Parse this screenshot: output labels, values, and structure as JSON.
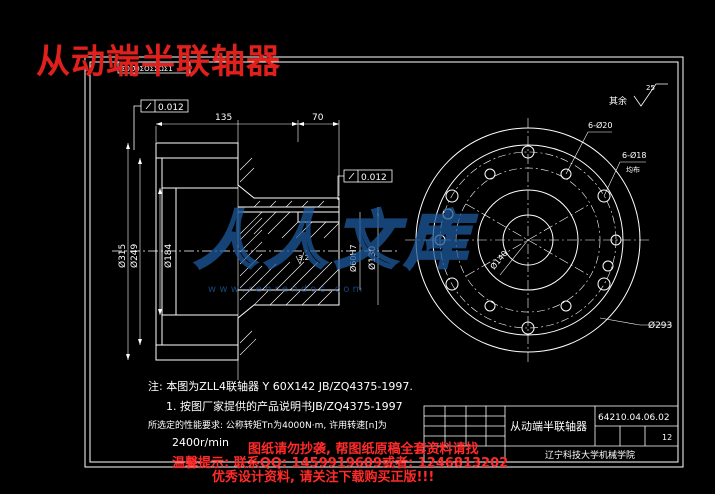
{
  "title_overlay": "从动端半联轴器",
  "stamp_label": "Σ0Ʊ0ΣΟΣΣΩΣ1",
  "roughness": {
    "label": "其余",
    "value": "25"
  },
  "tolerances": {
    "runout_left": "0.012",
    "runout_bore": "0.012"
  },
  "dimensions": {
    "dim_135": "135",
    "dim_70": "70",
    "dia_315": "Ø315",
    "dia_249": "Ø249",
    "dia_184": "Ø184",
    "dia_130": "Ø130",
    "dia_60": "Ø60H7",
    "keyway": "3.2",
    "dia_293": "Ø293",
    "pcd_140": "Ø140",
    "holes_20": "6-Ø20",
    "holes_18": "6-Ø18",
    "holes_18_note": "均布"
  },
  "notes": {
    "line1": "注: 本图为ZLL4联轴器 Y 60X142 JB/ZQ4375-1997.",
    "line2": "1. 按图厂家提供的产品说明书JB/ZQ4375-1997",
    "line3": "所选定的性能要求: 公称转矩Tn为4000N·m, 许用转速[n]为",
    "line4": "2400r/min"
  },
  "title_block": {
    "part_name": "从动端半联轴器",
    "drawing_no": "64210.04.06.02",
    "sheet": "12",
    "school": "辽宁科技大学机械学院"
  },
  "watermark": {
    "brand": "人人文库",
    "url": "w w w . r e n r e n d o c . c o m",
    "line1": "图纸请勿抄袭, 帮图纸原稿全套资料请找",
    "line2": "温馨提示: 联系QQ: 1459919609或者: 1246813202",
    "line3": "优秀设计资料, 请关注下载购买正版!!!"
  },
  "colors": {
    "line": "#ffffff",
    "accent": "#e0201c",
    "watermark": "#1e5a9e",
    "dim": "#ffffff"
  }
}
